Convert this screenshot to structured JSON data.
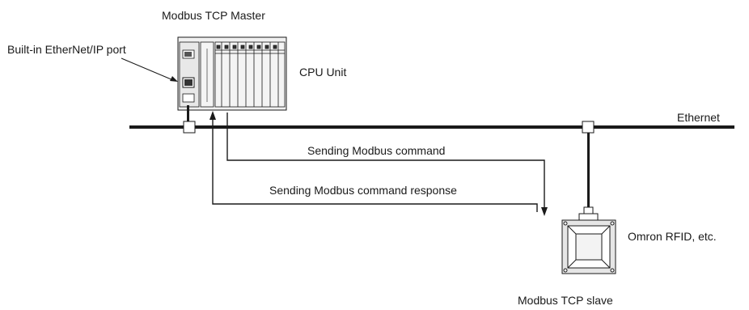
{
  "labels": {
    "master_title": "Modbus TCP Master",
    "port_label": "Built-in EtherNet/IP port",
    "cpu_label": "CPU Unit",
    "network_label": "Ethernet",
    "command_label": "Sending Modbus command",
    "response_label": "Sending Modbus command response",
    "rfid_label": "Omron RFID, etc.",
    "slave_title": "Modbus TCP slave"
  },
  "colors": {
    "line": "#1a1a1a",
    "module_fill": "#f0f0f0",
    "rfid_fill": "#e6e6e6"
  }
}
